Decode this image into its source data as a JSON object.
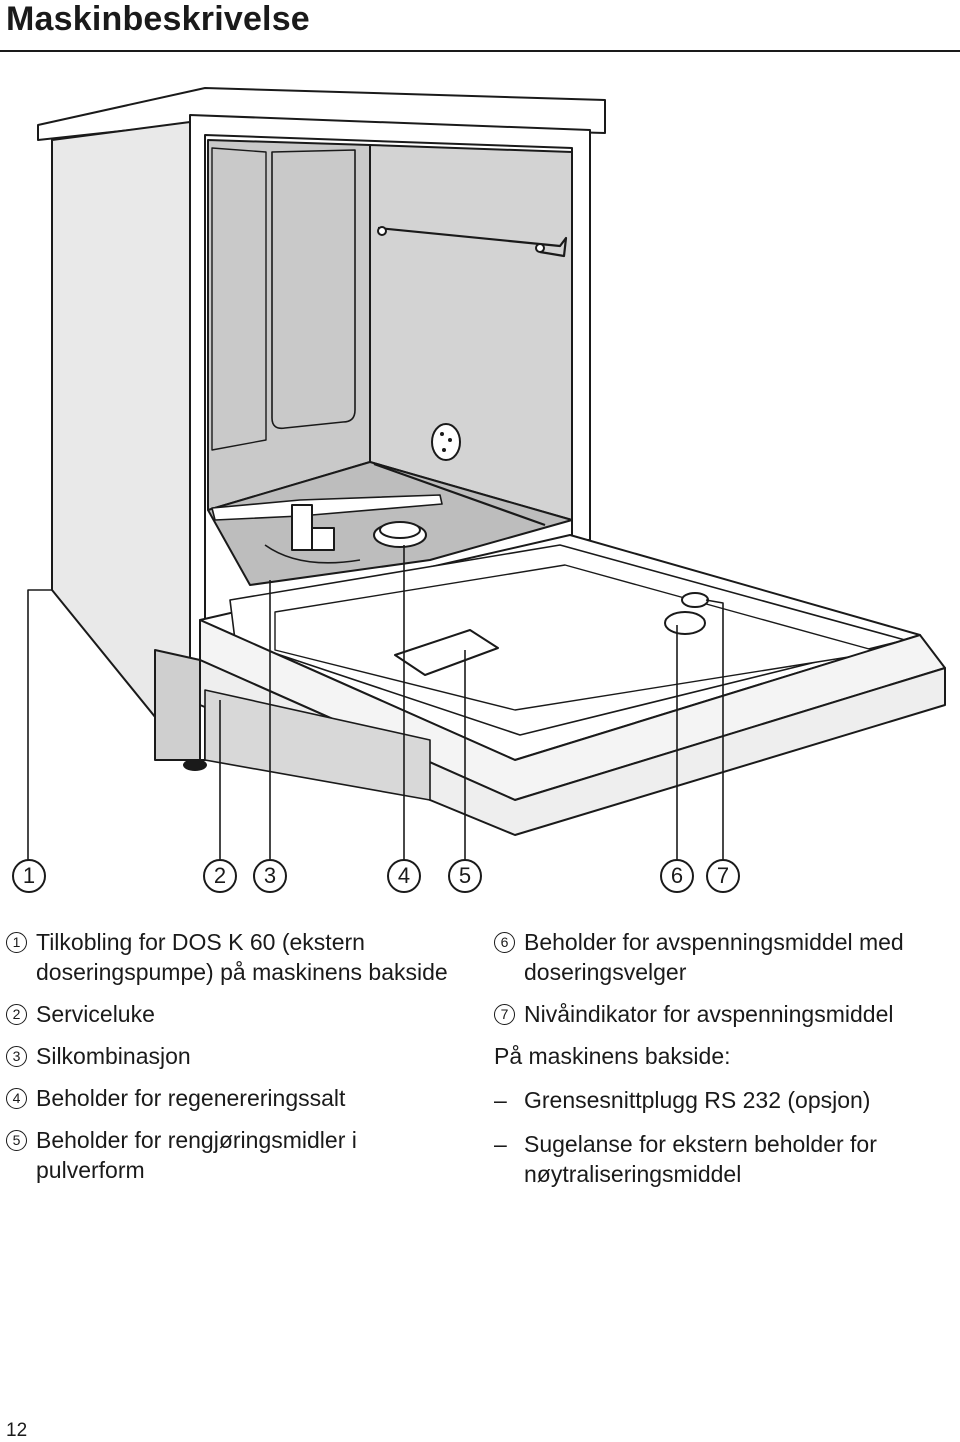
{
  "page": {
    "title": "Maskinbeskrivelse",
    "page_number": "12"
  },
  "callouts": [
    "1",
    "2",
    "3",
    "4",
    "5",
    "6",
    "7"
  ],
  "legend_left": [
    {
      "num": "1",
      "text": "Tilkobling for DOS K 60 (ekstern doseringspumpe) på maskinens bakside"
    },
    {
      "num": "2",
      "text": "Serviceluke"
    },
    {
      "num": "3",
      "text": "Silkombinasjon"
    },
    {
      "num": "4",
      "text": "Beholder for regenereringssalt"
    },
    {
      "num": "5",
      "text": "Beholder for rengjøringsmidler i pulverform"
    }
  ],
  "legend_right": [
    {
      "num": "6",
      "text": "Beholder for avspenningsmiddel med doseringsvelger"
    },
    {
      "num": "7",
      "text": "Nivåindikator for avspenningsmiddel"
    }
  ],
  "backside": {
    "heading": "På maskinens bakside:",
    "dash": "–",
    "items": [
      "Grensesnittplugg RS 232 (opsjon)",
      "Sugelanse for ekstern beholder for nøytraliseringsmiddel"
    ]
  },
  "illustration": {
    "subject": "dishwasher-with-open-door"
  }
}
